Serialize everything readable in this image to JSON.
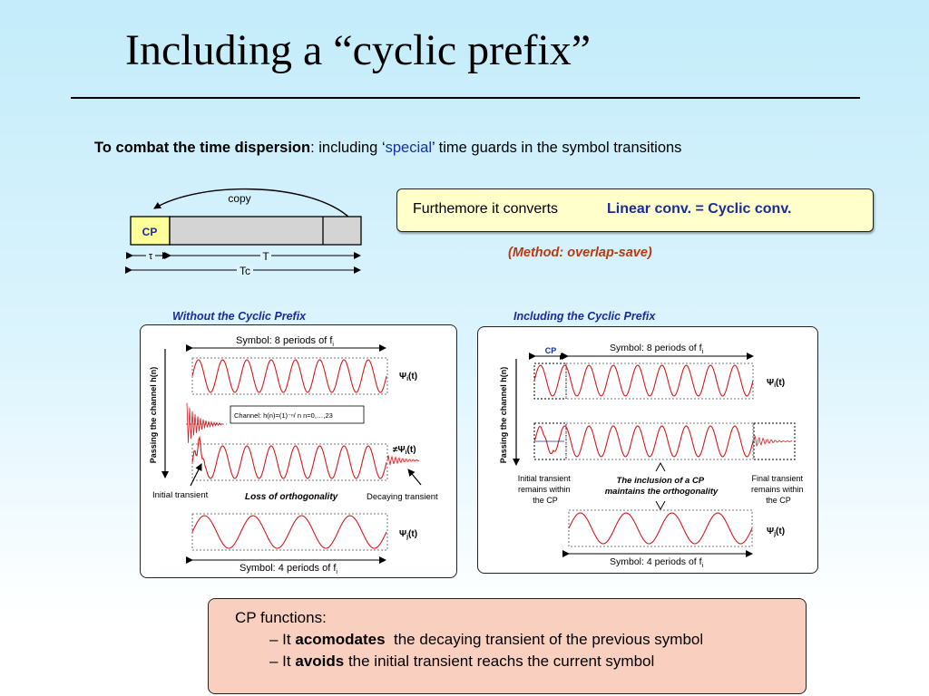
{
  "title": "Including a “cyclic prefix”",
  "intro": {
    "bold": "To combat the time dispersion",
    "text1": ": including ‘",
    "highlight": "special",
    "text2": "’ time guards in the symbol transitions"
  },
  "symbol_diagram": {
    "copy_label": "copy",
    "cp_label": "CP",
    "tau_label": "τ",
    "t_label": "T",
    "tc_label": "Tc"
  },
  "conversion": {
    "prefix": "Furthemore it converts",
    "highlight": "Linear conv. = Cyclic conv."
  },
  "method": "(Method:  overlap-save)",
  "left_panel": {
    "title": "Without the Cyclic Prefix",
    "axis": "Passing the channel h(n)",
    "symbol_top": "Symbol: 8 periods of f",
    "symbol_top_sub": "i",
    "psi_i": "Ψ",
    "psi_i_sub": "i",
    "psi_i_suffix": "(t)",
    "channel_label": "Channel: h(n)=(1)⁻ⁿ/ n     n=0,…,23",
    "not_psi": "≠Ψ",
    "initial_transient": "Initial transient",
    "loss": "Loss of orthogonality",
    "decaying": "Decaying transient",
    "psi_j": "Ψ",
    "psi_j_sub": "j",
    "psi_j_suffix": "(t)",
    "symbol_bottom": "Symbol: 4 periods of f",
    "symbol_bottom_sub": "i"
  },
  "right_panel": {
    "title": "Including the Cyclic Prefix",
    "axis": "Passing the channel h(n)",
    "cp_label": "CP",
    "symbol_top": "Symbol: 8 periods of f",
    "symbol_top_sub": "i",
    "psi_i": "Ψ",
    "psi_i_sub": "i",
    "psi_i_suffix": "(t)",
    "initial_transient": [
      "Initial transient",
      "remains within",
      "the CP"
    ],
    "inclusion": [
      "The inclusion of a CP",
      "maintains the orthogonality"
    ],
    "final_transient": [
      "Final transient",
      "remains within",
      "the CP"
    ],
    "psi_j": "Ψ",
    "psi_j_sub": "j",
    "psi_j_suffix": "(t)",
    "symbol_bottom": "Symbol: 4 periods of f",
    "symbol_bottom_sub": "i"
  },
  "cp_functions": {
    "heading": "CP functions:",
    "line1_prefix": "– It ",
    "line1_bold": "acomodates",
    "line1_rest": "  the decaying transient of the previous symbol",
    "line2_prefix": "– It ",
    "line2_bold": "avoids",
    "line2_rest": " the initial transient reachs the current symbol"
  },
  "colors": {
    "wave": "#d8191c",
    "accent_blue": "#1a2b9c",
    "method": "#b83a10",
    "highlight_box": "#ffffcc",
    "cp_box": "#f9d0c0",
    "cp_block": "#ffff99",
    "symbol_block": "#d4d4d4"
  }
}
